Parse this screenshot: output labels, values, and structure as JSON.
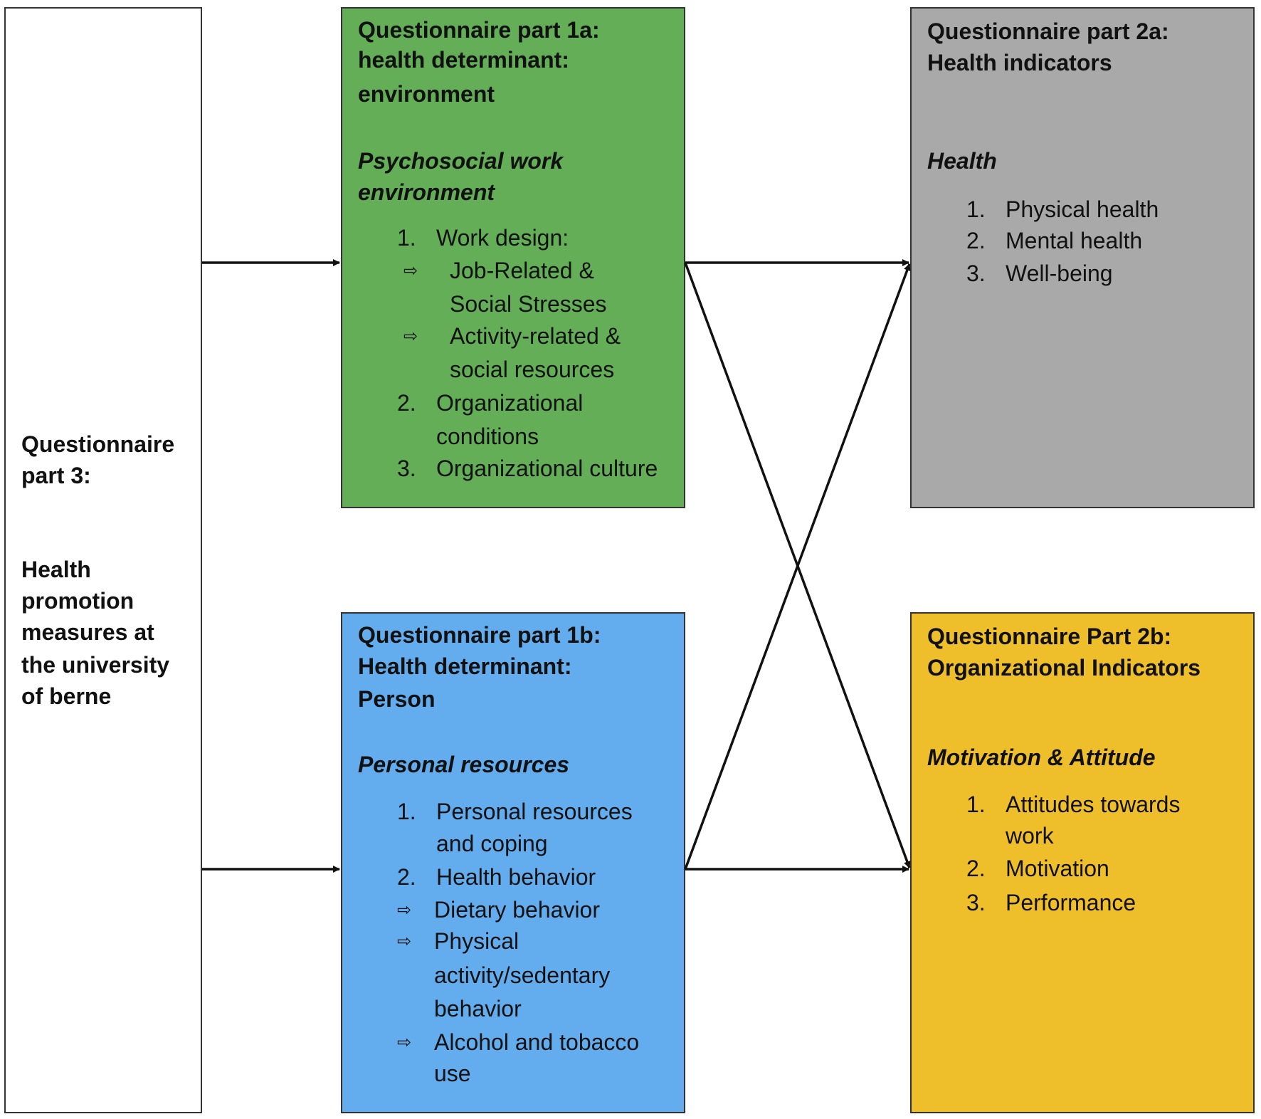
{
  "part3": {
    "title": [
      "Questionnaire",
      "part 3:"
    ],
    "description": [
      "Health",
      "promotion",
      "measures at",
      "the university",
      "of berne"
    ]
  },
  "part1a": {
    "title": [
      "Questionnaire part 1a:",
      "health determinant:",
      "environment"
    ],
    "subtitle": [
      "Psychosocial work",
      "environment"
    ],
    "items": [
      {
        "num": "1.",
        "lines": [
          "Work design:"
        ]
      },
      {
        "arrow": "⇨",
        "lines": [
          "Job-Related &",
          "Social Stresses"
        ]
      },
      {
        "arrow": "⇨",
        "lines": [
          "Activity-related &",
          "social resources"
        ]
      },
      {
        "num": "2.",
        "lines": [
          "Organizational",
          "conditions"
        ]
      },
      {
        "num": "3.",
        "lines": [
          "Organizational culture"
        ]
      }
    ]
  },
  "part1b": {
    "title": [
      "Questionnaire part 1b:",
      "Health determinant:",
      "Person"
    ],
    "subtitle": [
      "Personal resources"
    ],
    "items": [
      {
        "num": "1.",
        "lines": [
          "Personal resources",
          "and coping"
        ]
      },
      {
        "num": "2.",
        "lines": [
          "Health behavior"
        ]
      },
      {
        "arrow": "⇨",
        "lines": [
          "Dietary behavior"
        ]
      },
      {
        "arrow": "⇨",
        "lines": [
          "Physical",
          "activity/sedentary",
          "behavior"
        ]
      },
      {
        "arrow": "⇨",
        "lines": [
          "Alcohol and tobacco",
          "use"
        ]
      }
    ]
  },
  "part2a": {
    "title": [
      "Questionnaire part 2a:",
      "Health indicators"
    ],
    "subtitle": [
      "Health"
    ],
    "items": [
      {
        "num": "1.",
        "lines": [
          "Physical health"
        ]
      },
      {
        "num": "2.",
        "lines": [
          "Mental health"
        ]
      },
      {
        "num": "3.",
        "lines": [
          "Well-being"
        ]
      }
    ]
  },
  "part2b": {
    "title": [
      "Questionnaire Part 2b:",
      "Organizational Indicators"
    ],
    "subtitle": [
      "Motivation & Attitude"
    ],
    "items": [
      {
        "num": "1.",
        "lines": [
          "Attitudes towards",
          "work"
        ]
      },
      {
        "num": "2.",
        "lines": [
          "Motivation"
        ]
      },
      {
        "num": "3.",
        "lines": [
          "Performance"
        ]
      }
    ]
  },
  "colors": {
    "part1a": "#63ae57",
    "part1b": "#63adef",
    "part2a": "#a9a9a9",
    "part2b": "#efbe2b"
  }
}
